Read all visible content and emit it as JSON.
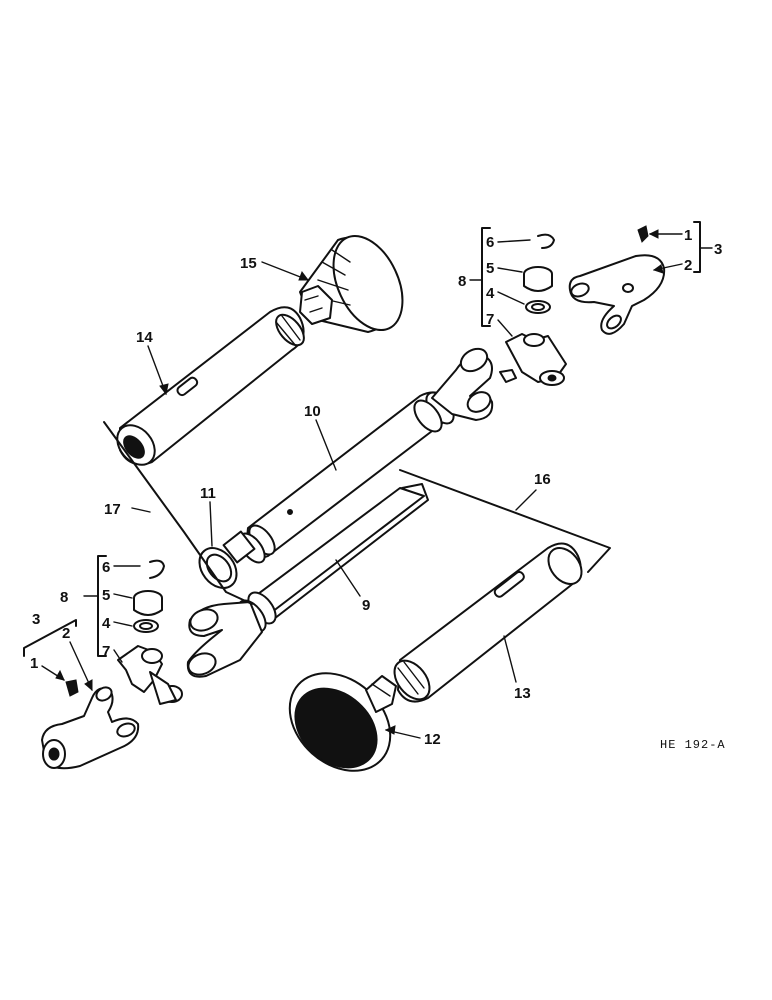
{
  "diagram": {
    "drawing_ref": "HE 192-A",
    "callouts": {
      "c1_top": "1",
      "c2_top": "2",
      "c3_top": "3",
      "c4_top": "4",
      "c5_top": "5",
      "c6_top": "6",
      "c7_top": "7",
      "c8_top": "8",
      "c9": "9",
      "c10": "10",
      "c11": "11",
      "c12": "12",
      "c13": "13",
      "c14": "14",
      "c15": "15",
      "c16": "16",
      "c17": "17",
      "c1_bot": "1",
      "c2_bot": "2",
      "c3_bot": "3",
      "c4_bot": "4",
      "c5_bot": "5",
      "c6_bot": "6",
      "c7_bot": "7",
      "c8_bot": "8"
    }
  }
}
